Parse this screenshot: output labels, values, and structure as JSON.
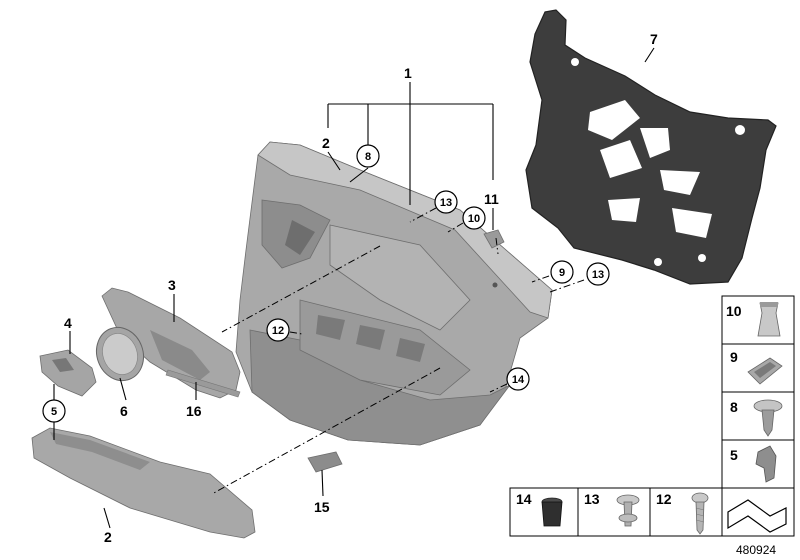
{
  "callouts": {
    "c1": "1",
    "c2_top": "2",
    "c2_bottom": "2",
    "c3": "3",
    "c4": "4",
    "c5": "5",
    "c6": "6",
    "c7": "7",
    "c8": "8",
    "c9": "9",
    "c10": "10",
    "c11": "11",
    "c12": "12",
    "c13a": "13",
    "c13b": "13",
    "c14": "14",
    "c15": "15",
    "c16": "16"
  },
  "legend": {
    "item10": "10",
    "item9": "9",
    "item8": "8",
    "item5": "5",
    "item14": "14",
    "item13": "13",
    "item12": "12"
  },
  "document_number": "480924",
  "colors": {
    "panel_light": "#b9b9b9",
    "panel_mid": "#9d9d9d",
    "panel_dark": "#7c7c7c",
    "insulation": "#3d3d3d",
    "line": "#000000"
  }
}
